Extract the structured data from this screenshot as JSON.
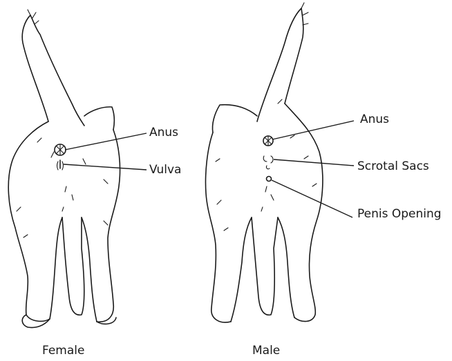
{
  "figures": [
    {
      "caption": "Female",
      "labels": {
        "anus": "Anus",
        "vulva": "Vulva"
      }
    },
    {
      "caption": "Male",
      "labels": {
        "anus": "Anus",
        "scrotal_sacs": "Scrotal Sacs",
        "penis_opening": "Penis Opening"
      }
    }
  ],
  "colors": {
    "ink": "#1a1a1a",
    "background": "#ffffff"
  }
}
